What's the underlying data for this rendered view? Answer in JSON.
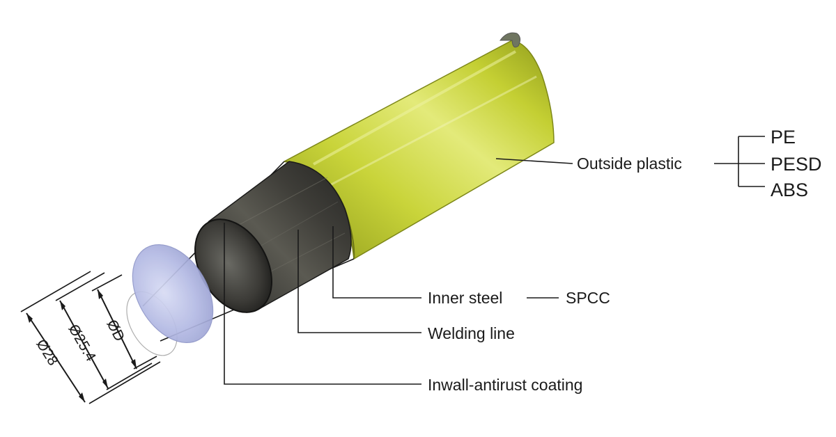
{
  "labels": {
    "outside_plastic": "Outside plastic",
    "inner_steel": "Inner steel",
    "welding_line": "Welding line",
    "inwall_coating": "Inwall-antirust coating",
    "spcc": "SPCC"
  },
  "materials": [
    "PE",
    "PESD",
    "ABS"
  ],
  "dimensions": {
    "outer": "Ø28",
    "middle": "Ø25.4",
    "inner": "ØD"
  },
  "colors": {
    "plastic": "#c8d23a",
    "steel": "#3d3d3a",
    "coating": "#b9bfe6",
    "line": "#1a1a1a"
  }
}
